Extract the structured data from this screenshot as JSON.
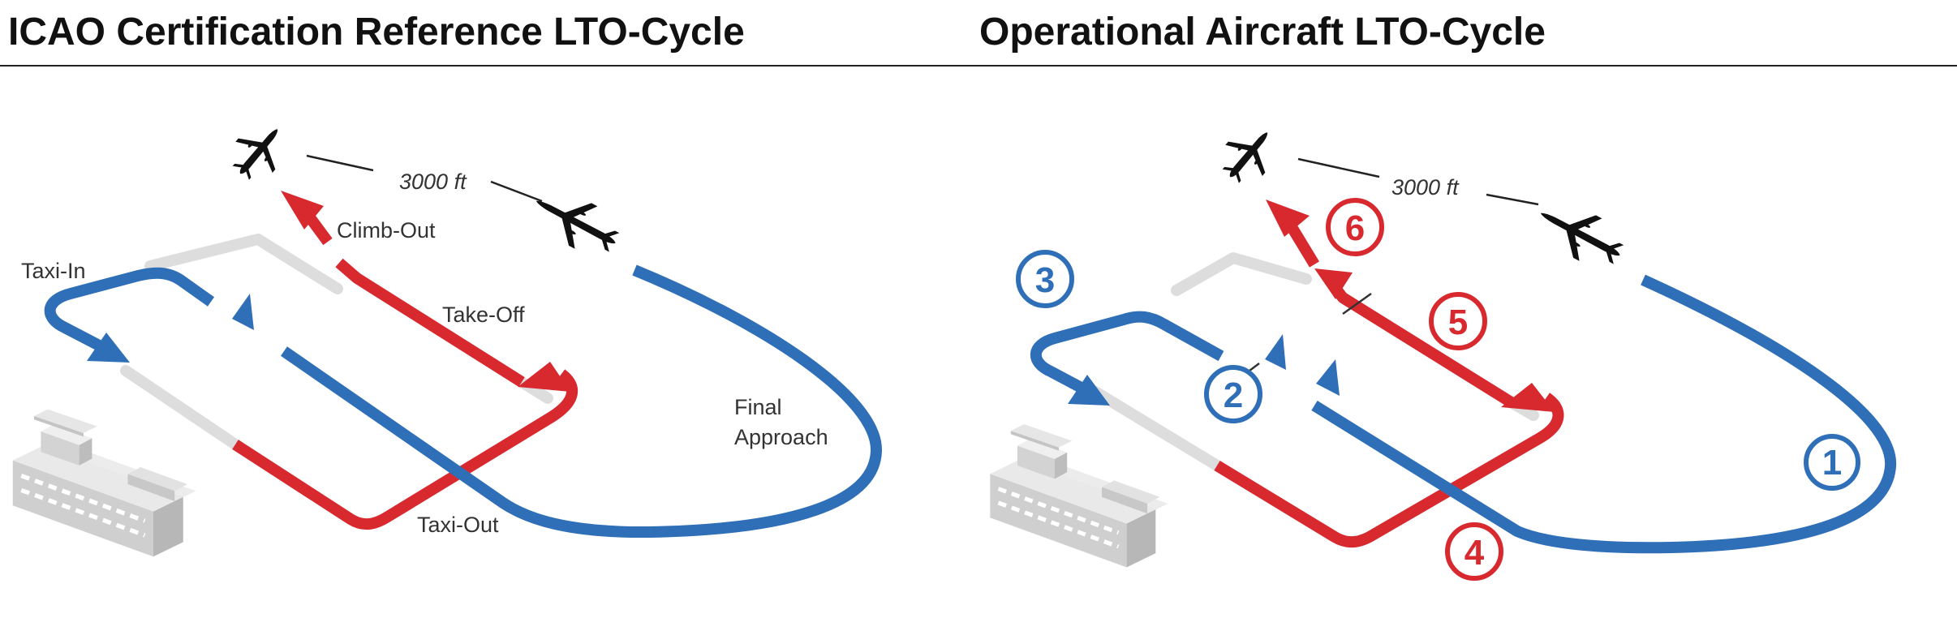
{
  "titles": {
    "left": "ICAO Certification Reference LTO-Cycle",
    "right": "Operational Aircraft LTO-Cycle"
  },
  "left_panel": {
    "altitude": "3000 ft",
    "labels": {
      "taxi_in": "Taxi-In",
      "climb_out": "Climb-Out",
      "take_off": "Take-Off",
      "final_line1": "Final",
      "final_line2": "Approach",
      "taxi_out": "Taxi-Out"
    }
  },
  "right_panel": {
    "altitude": "3000 ft",
    "markers": [
      "1",
      "2",
      "3",
      "4",
      "5",
      "6"
    ]
  },
  "colors": {
    "departure_red": "#d8292f",
    "arrival_blue": "#2f6fb8",
    "runway_grey": "#dddddd",
    "aircraft": "#111111"
  },
  "icons": [
    "airplane-icon",
    "terminal-building-icon",
    "arrowhead-icon"
  ]
}
